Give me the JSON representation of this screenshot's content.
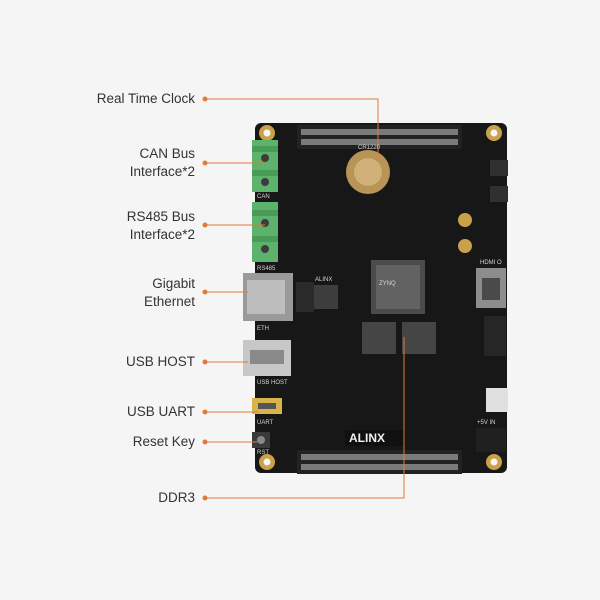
{
  "board": {
    "brand": "ALINX",
    "callouts": [
      {
        "id": "rtc",
        "label": "Real Time Clock"
      },
      {
        "id": "can",
        "label": "CAN Bus\nInterface*2"
      },
      {
        "id": "rs485",
        "label": "RS485 Bus\nInterface*2"
      },
      {
        "id": "eth",
        "label": "Gigabit\nEthernet"
      },
      {
        "id": "usbhost",
        "label": "USB HOST"
      },
      {
        "id": "usbuart",
        "label": "USB UART"
      },
      {
        "id": "reset",
        "label": "Reset Key"
      },
      {
        "id": "ddr3",
        "label": "DDR3"
      }
    ],
    "silk": {
      "can": "CAN",
      "rs485": "RS485",
      "eth": "ETH",
      "usb_host": "USB HOST",
      "uart": "UART",
      "rst": "RST",
      "hdmi": "HDMI O",
      "pwr": "+5V IN",
      "chip": "ZYNQ",
      "phy": "ALINX",
      "rtc": "CR1220"
    }
  },
  "colors": {
    "background": "#f5f5f5",
    "pcb": "#171717",
    "accent": "#e07b39",
    "text": "#333333",
    "gold": "#c9a14a",
    "terminal_green": "#5db36b"
  },
  "icons": {
    "rtc": "coin-cell-battery",
    "can": "terminal-block",
    "rs485": "terminal-block",
    "eth": "rj45-jack",
    "usbhost": "usb-a-port",
    "usbuart": "micro-usb-port",
    "reset": "push-button",
    "ddr3": "memory-chip"
  }
}
